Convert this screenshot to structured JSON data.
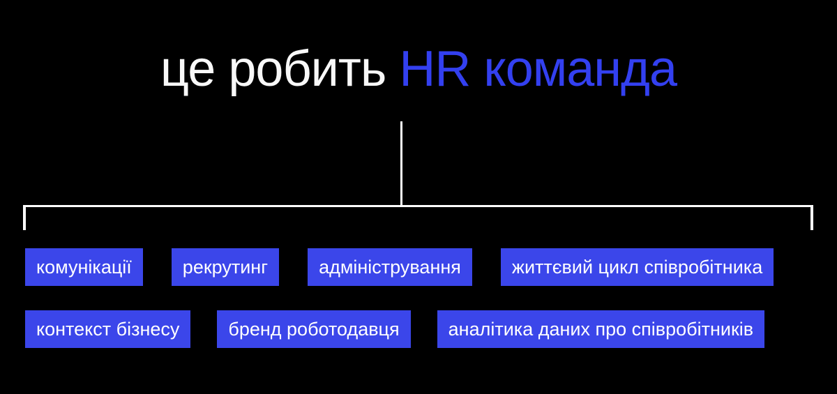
{
  "title": {
    "white_part": "це робить ",
    "blue_part": "HR команда"
  },
  "colors": {
    "background": "#000000",
    "title_white": "#f8f8f8",
    "title_blue": "#3340f0",
    "box_blue": "#3b46ea",
    "box_text": "#ffffff",
    "line_white": "#ffffff"
  },
  "diagram": {
    "rows": [
      {
        "items": [
          "комунікації",
          "рекрутинг",
          "адміністрування",
          "життєвий цикл співробітника"
        ]
      },
      {
        "items": [
          "контекст бізнесу",
          "бренд роботодавця",
          "аналітика даних про співробітників"
        ]
      }
    ]
  }
}
